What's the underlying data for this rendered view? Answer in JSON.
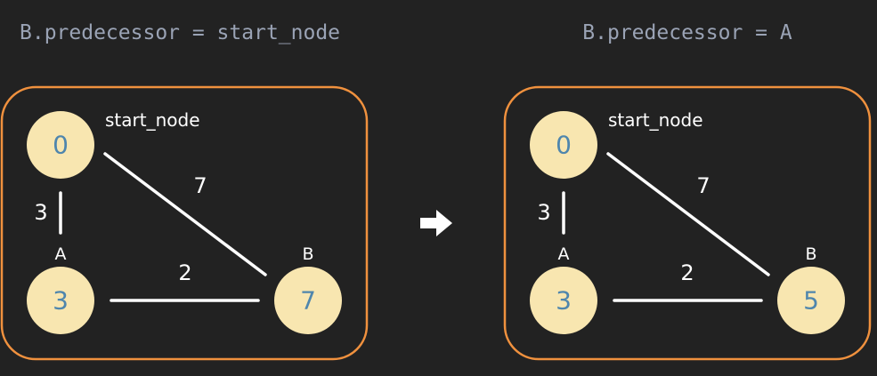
{
  "captions": {
    "left": "B.predecessor = start_node",
    "right": "B.predecessor = A"
  },
  "colors": {
    "background": "#222222",
    "panel_border": "#f0913e",
    "node_fill": "#f8e6b0",
    "node_text": "#4f86ad",
    "caption_text": "#9aa3b5",
    "edge": "#ffffff"
  },
  "transition_icon": "right-arrow-icon",
  "panels": [
    {
      "start_label": "start_node",
      "nodes": [
        {
          "id": "start",
          "value": "0",
          "label": ""
        },
        {
          "id": "A",
          "value": "3",
          "label": "A"
        },
        {
          "id": "B",
          "value": "7",
          "label": "B"
        }
      ],
      "edges": [
        {
          "from": "start",
          "to": "A",
          "weight": "3"
        },
        {
          "from": "start",
          "to": "B",
          "weight": "7"
        },
        {
          "from": "A",
          "to": "B",
          "weight": "2"
        }
      ]
    },
    {
      "start_label": "start_node",
      "nodes": [
        {
          "id": "start",
          "value": "0",
          "label": ""
        },
        {
          "id": "A",
          "value": "3",
          "label": "A"
        },
        {
          "id": "B",
          "value": "5",
          "label": "B"
        }
      ],
      "edges": [
        {
          "from": "start",
          "to": "A",
          "weight": "3"
        },
        {
          "from": "start",
          "to": "B",
          "weight": "7"
        },
        {
          "from": "A",
          "to": "B",
          "weight": "2"
        }
      ]
    }
  ]
}
